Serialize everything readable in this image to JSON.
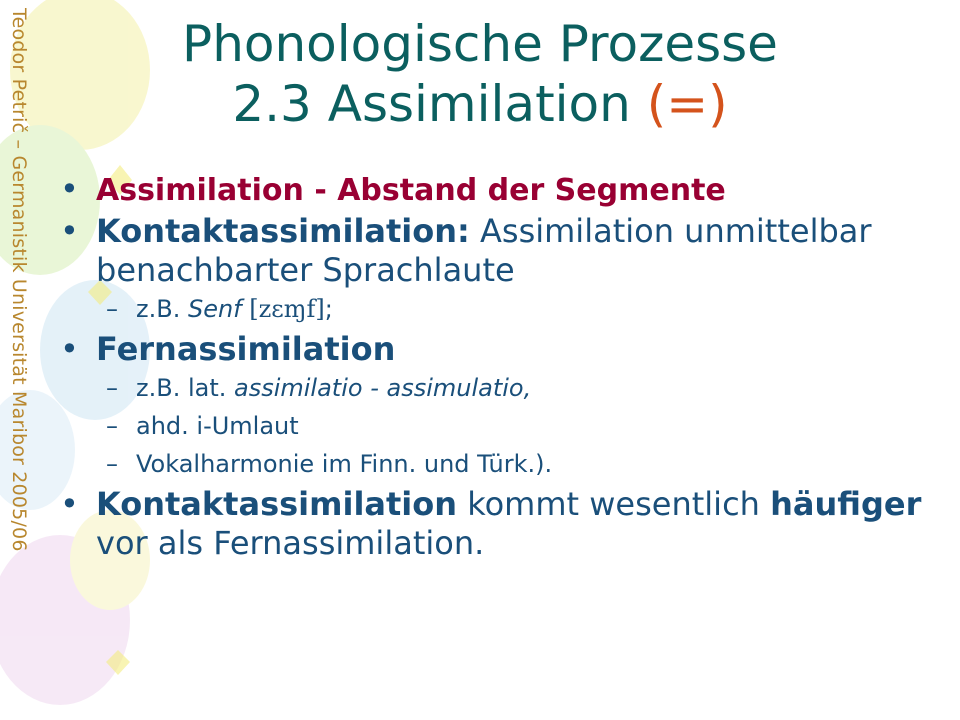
{
  "sidebar": {
    "credit": "Teodor Petrič – Germanistik Universität Maribor 2005/06"
  },
  "title": {
    "line1": "Phonologische Prozesse",
    "line2_main": "2.3 Assimilation ",
    "line2_accent": "(=)"
  },
  "bullets": {
    "b1": {
      "text": "Assimilation - Abstand der Segmente"
    },
    "b2": {
      "bold": "Kontaktassimilation:",
      "rest": " Assimilation unmittelbar benachbarter Sprachlaute"
    },
    "b2s1": {
      "dash": "–",
      "prefix": "z.B. ",
      "italic": "Senf",
      "ipa": " [zɛɱf]",
      "suffix": ";"
    },
    "b3": {
      "bold": "Fernassimilation"
    },
    "b3s1": {
      "dash": "–",
      "prefix": "z.B. lat. ",
      "italic": "assimilatio - assimulatio,"
    },
    "b3s2": {
      "dash": "–",
      "text": "ahd. i-Umlaut"
    },
    "b3s3": {
      "dash": "–",
      "text": "Vokalharmonie im Finn. und Türk.)."
    },
    "b4": {
      "bold1": "Kontaktassimilation",
      "mid": " kommt wesentlich ",
      "bold2": "häufiger",
      "end": " vor als Fernassimilation."
    }
  }
}
